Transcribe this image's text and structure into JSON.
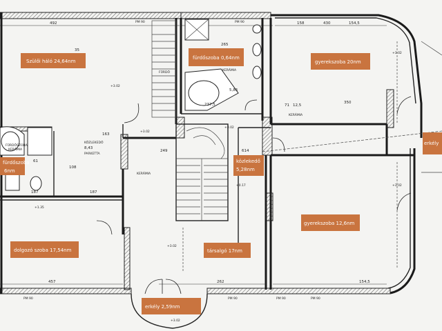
{
  "colors": {
    "label_bg": "#c9743f",
    "wall": "#1a1a1a",
    "paper": "#f4f4f2"
  },
  "rooms": [
    {
      "id": "szuloi-halo",
      "label": "Szülői háló 24,64nm"
    },
    {
      "id": "furdoszoba-small",
      "label": "fürdőszoba 0,64nm"
    },
    {
      "id": "gyerekszoba-20",
      "label": "gyerekszoba 20nm"
    },
    {
      "id": "erkely-right",
      "label": "erkély"
    },
    {
      "id": "furdoszoba-6",
      "label_line1": "fürdőszoba",
      "label_line2": "6nm"
    },
    {
      "id": "kozlekedo",
      "label_line1": "közlekedő",
      "label_line2": "5,28nm"
    },
    {
      "id": "gyerekszoba-12",
      "label": "gyerekszoba 12,6nm"
    },
    {
      "id": "dolgozo-szoba",
      "label": "dolgozó szoba 17,54nm"
    },
    {
      "id": "nappali",
      "label": "társalgó 17nm"
    },
    {
      "id": "erkely-bottom",
      "label": "erkély 2,59nm"
    }
  ],
  "plan_text": {
    "dims": [
      "492",
      "265",
      "430",
      "158",
      "154,5",
      "237,5",
      "249",
      "614",
      "350",
      "187",
      "187",
      "457",
      "262",
      "154,5",
      "163",
      "108",
      "71",
      "12,5"
    ],
    "codes": [
      "PM 90",
      "PM 90",
      "KERÁMIA",
      "FÜRDŐ",
      "+3.02",
      "+3.02",
      "KÖZLEKEDŐ",
      "8,43",
      "PARKETTA",
      "KERÁMIA",
      "KERÁMIA",
      "+3.02",
      "+3.02",
      "+0.17",
      "+3.02",
      "PM 90",
      "PM 90",
      "PM 90",
      "PM 90",
      "FÜRDŐSZOBA",
      "KERÁMIA",
      "+3.02",
      "+3.02"
    ],
    "misc": [
      "35",
      "61",
      "+1.35",
      "5,86"
    ]
  }
}
